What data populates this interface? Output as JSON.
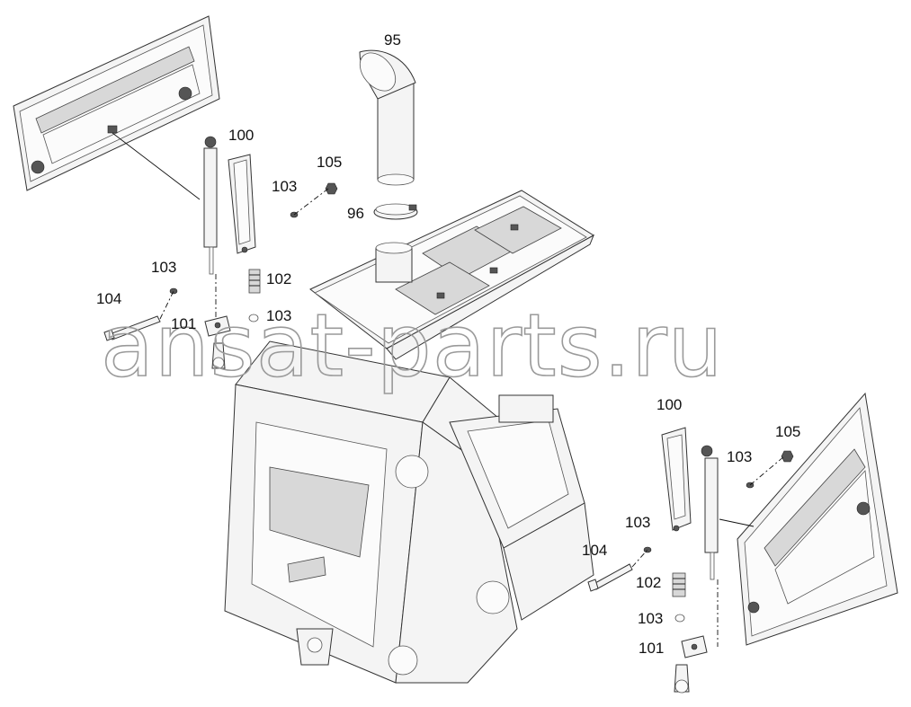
{
  "callouts": {
    "c95": "95",
    "c96": "96",
    "c100_top": "100",
    "c105_top": "105",
    "c103_a": "103",
    "c103_b": "103",
    "c102_top": "102",
    "c103_c": "103",
    "c104_top": "104",
    "c101_top": "101",
    "c100_bot": "100",
    "c105_bot": "105",
    "c103_d": "103",
    "c103_e": "103",
    "c104_bot": "104",
    "c102_bot": "102",
    "c103_f": "103",
    "c101_bot": "101"
  },
  "watermark": "ansat-parts.ru",
  "colors": {
    "line": "#333333",
    "fill": "#f4f4f4",
    "shade": "#d8d8d8",
    "watermark": "#9a9a9a"
  }
}
